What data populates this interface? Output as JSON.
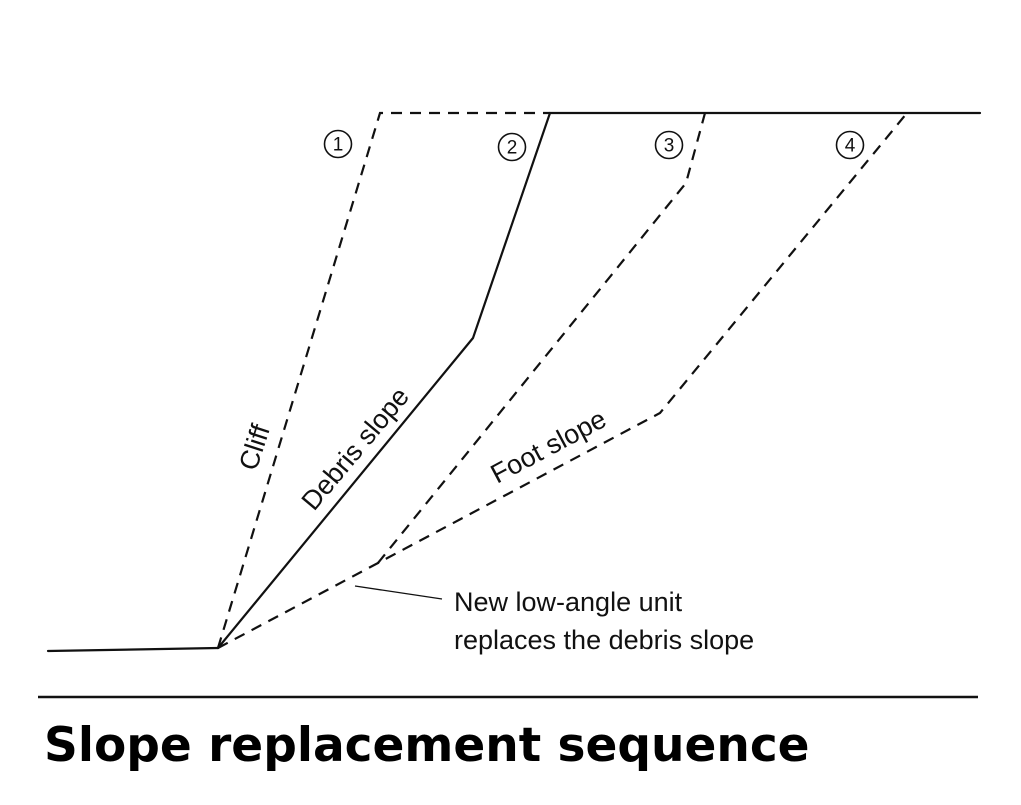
{
  "diagram": {
    "stage_markers": [
      "1",
      "2",
      "3",
      "4"
    ],
    "labels": {
      "cliff": "Cliff",
      "debris_slope": "Debris slope",
      "foot_slope": "Foot slope",
      "annotation_line1": "New low-angle unit",
      "annotation_line2": "replaces the debris slope"
    }
  },
  "caption": "Slope replacement sequence"
}
